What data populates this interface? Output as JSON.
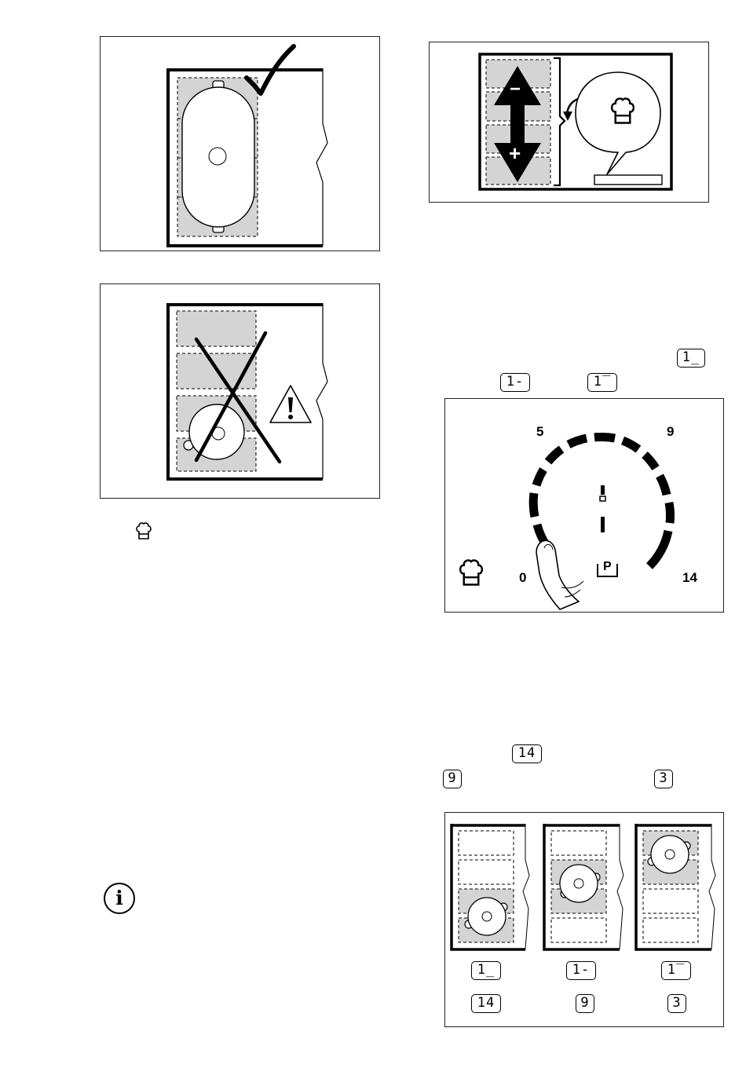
{
  "figures": {
    "correct_placement": {
      "mark": "check-mark"
    },
    "wrong_placement": {
      "mark": "cross-mark",
      "warning": "warning-triangle-icon"
    },
    "slide_adjust": {
      "minus_symbol": "−",
      "plus_symbol": "+",
      "icon": "chef-hat-icon"
    },
    "dial": {
      "labels": {
        "left_low": "0",
        "top_left": "5",
        "top_right": "9",
        "right_low": "14"
      },
      "center_symbol": "P",
      "icon": "chef-hat-icon"
    },
    "zone_positions": {
      "position_codes": [
        "1_",
        "1-",
        "1‾"
      ],
      "power_levels": [
        "14",
        "9",
        "3"
      ]
    }
  },
  "inline_displays": {
    "right_top": "1_",
    "mid_left": "1-",
    "mid_right": "1‾",
    "power_max": "14",
    "power_mid": "9",
    "power_low": "3"
  },
  "icons": {
    "chef_hat_left": "chef-hat-icon",
    "info": "info-icon",
    "info_symbol": "i"
  }
}
